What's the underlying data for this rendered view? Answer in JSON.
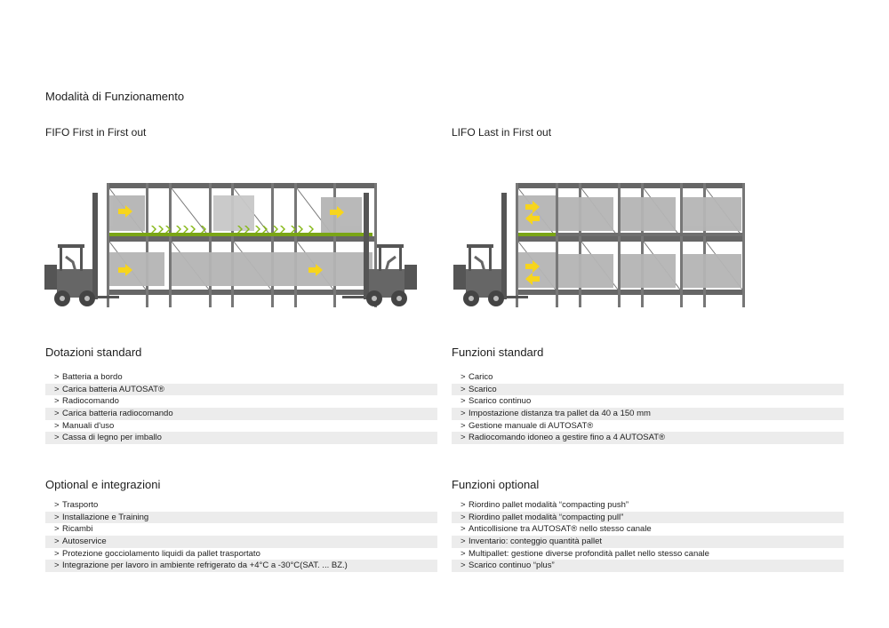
{
  "page_title": "Modalità di Funzionamento",
  "fifo": {
    "title": "FIFO First in First out"
  },
  "lifo": {
    "title": "LIFO Last in First out"
  },
  "bullet_marker": ">",
  "colors": {
    "rack": "#666666",
    "pallet": "#b5b5b5",
    "arrow": "#f7d51d",
    "rail": "#86b817",
    "text": "#1e1e1e",
    "stripe": "#ececec"
  },
  "dotazioni_standard": {
    "title": "Dotazioni standard",
    "items": [
      "Batteria a bordo",
      "Carica batteria  AUTOSAT®",
      "Radiocomando",
      "Carica batteria radiocomando",
      "Manuali d'uso",
      "Cassa di legno per imballo"
    ]
  },
  "funzioni_standard": {
    "title": "Funzioni standard",
    "items": [
      "Carico",
      "Scarico",
      "Scarico continuo",
      "Impostazione distanza tra pallet da 40 a 150 mm",
      "Gestione manuale di AUTOSAT®",
      "Radiocomando idoneo a gestire fino a 4 AUTOSAT®"
    ]
  },
  "optional_integrazioni": {
    "title": "Optional e integrazioni",
    "items": [
      "Trasporto",
      "Installazione e Training",
      "Ricambi",
      "Autoservice",
      "Protezione gocciolamento liquidi da pallet trasportato",
      "Integrazione per lavoro in ambiente refrigerato da +4°C a -30°C(SAT. ... BZ.)"
    ]
  },
  "funzioni_optional": {
    "title": "Funzioni optional",
    "items": [
      "Riordino pallet modalità “compacting push”",
      "Riordino pallet modalità “compacting pull”",
      "Anticollisione tra  AUTOSAT® nello stesso canale",
      "Inventario: conteggio quantità pallet",
      "Multipallet: gestione diverse profondità pallet nello stesso canale",
      "Scarico continuo “plus”"
    ]
  }
}
